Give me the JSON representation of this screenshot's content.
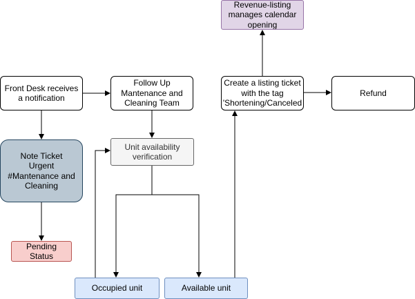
{
  "nodes": {
    "front_desk": "Front Desk receives a notification",
    "follow_up": "Follow Up\nMantenance and Cleaning Team",
    "create_ticket": "Create a listing ticket with the tag 'Shortening/Canceled",
    "refund": "Refund",
    "revenue": "Revenue-listing manages calendar opening",
    "note_ticket": "Note Ticket\nUrgent\n#Mantenance and Cleaning",
    "pending": "Pending Status",
    "unit_verification": "Unit availability verification",
    "occupied": "Occupied unit",
    "available": "Available unit"
  },
  "colors": {
    "line": "#000000",
    "revenue_fill": "#e1d5e7",
    "note_fill": "#bac8d3",
    "pending_fill": "#f8cecc",
    "verification_fill": "#f5f5f5",
    "unit_fill": "#dae8fc"
  }
}
